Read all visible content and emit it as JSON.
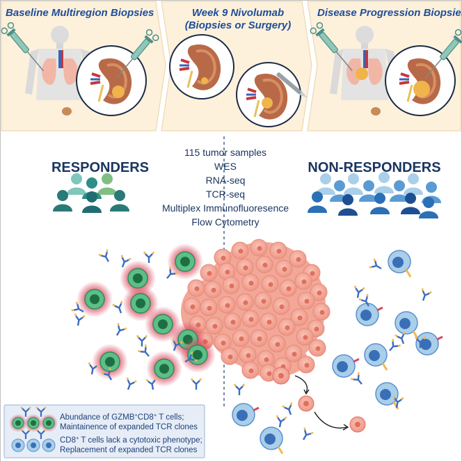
{
  "panels": [
    {
      "title": "Baseline Multiregion Biopsies"
    },
    {
      "title_line1": "Week 9 Nivolumab",
      "title_line2": "(Biopsies or Surgery)"
    },
    {
      "title": "Disease Progression Biopsies"
    }
  ],
  "groups": {
    "responders": "RESPONDERS",
    "non_responders": "NON-RESPONDERS"
  },
  "methods": [
    "115 tumor samples",
    "WES",
    "RNA-seq",
    "TCR-seq",
    "Multiplex Immunofluoresence",
    "Flow Cytometry"
  ],
  "legend": {
    "responder_line1_a": "Abundance of GZMB",
    "responder_line1_sup1": "+",
    "responder_line1_b": "CD8",
    "responder_line1_sup2": "+",
    "responder_line1_c": " T cells;",
    "responder_line2": "Maintainence of expanded TCR clones",
    "nonresponder_line1_a": "CD8",
    "nonresponder_line1_sup": "+",
    "nonresponder_line1_b": " T cells lack a cytotoxic phenotype;",
    "nonresponder_line2": "Replacement of expanded TCR clones"
  },
  "colors": {
    "panel_bg": "#fdf1dc",
    "panel_border": "#e9d3a6",
    "title_blue": "#1f4e9a",
    "heading_navy": "#1a3561",
    "tumor": "#f2a797",
    "tumor_nucleus": "#e0705e",
    "cd8_green": "#2e8b57",
    "cd8_glow": "#d9485f",
    "tcell_blue": "#5b8fd0",
    "legend_bg": "#e6edf7",
    "responders_teal": "#2f8f86",
    "nonresponders_blue": "#2b6fb6"
  },
  "icons": [
    "syringe-needle-icon",
    "kidney-icon",
    "human-body-icon",
    "scalpel-icon",
    "people-group-icon",
    "antibody-icon",
    "t-cell-icon",
    "tumor-cell-icon"
  ]
}
